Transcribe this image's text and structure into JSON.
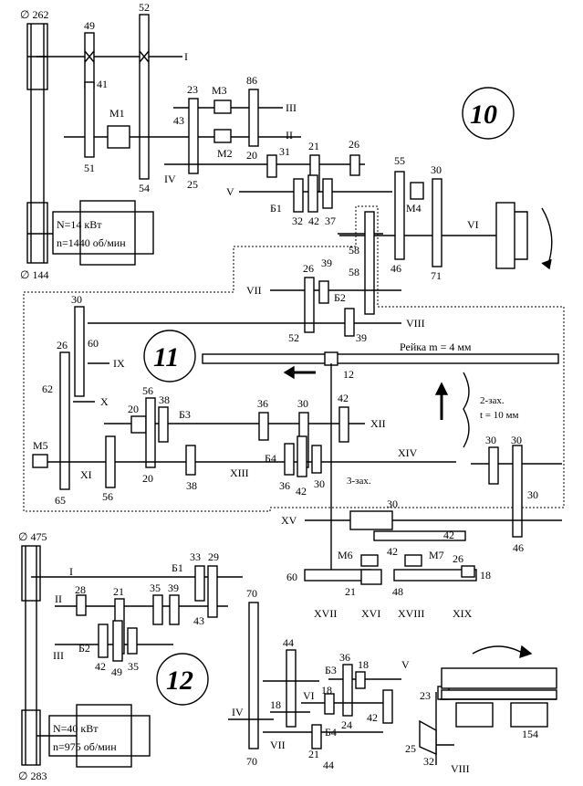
{
  "colors": {
    "ink": "#000000",
    "paper": "#ffffff"
  },
  "motor_top": {
    "power": "N=14 кВт",
    "speed": "n=1440 об/мин"
  },
  "motor_bottom": {
    "power": "N=40 кВт",
    "speed": "n=975 об/мин"
  },
  "scheme_numbers": [
    "10",
    "11",
    "12"
  ],
  "rack_label": "Рейка m = 4 мм",
  "worm_label_2": {
    "line1": "2-зах.",
    "line2": "t = 10 мм"
  },
  "worm_label_3": "3-зах.",
  "pulleys": {
    "p262": "∅ 262",
    "p144": "∅ 144",
    "p475": "∅ 475",
    "p283": "∅ 283"
  },
  "shafts_top": [
    "I",
    "II",
    "III",
    "IV",
    "V",
    "VI"
  ],
  "shafts_mid": [
    "VII",
    "VIII",
    "IX",
    "X",
    "XI",
    "XII",
    "XIII",
    "XIV",
    "XV",
    "XVI",
    "XVII",
    "XVIII",
    "XIX"
  ],
  "shafts_bottom": [
    "I",
    "II",
    "III",
    "IV",
    "V",
    "VI",
    "VII",
    "VIII"
  ],
  "couplings": [
    "М1",
    "М2",
    "М3",
    "М4",
    "М5",
    "М6",
    "М7"
  ],
  "blocks": [
    "Б1",
    "Б2",
    "Б3",
    "Б4",
    "Б1",
    "Б2",
    "Б3",
    "Б4"
  ],
  "gears_top": [
    "49",
    "52",
    "41",
    "51",
    "54",
    "23",
    "43",
    "25",
    "86",
    "20",
    "31",
    "21",
    "26",
    "55",
    "30",
    "32",
    "42",
    "37",
    "46",
    "71",
    "58",
    "58",
    "26",
    "39",
    "52",
    "39"
  ],
  "gears_mid": [
    "30",
    "60",
    "26",
    "62",
    "56",
    "38",
    "20",
    "36",
    "30",
    "42",
    "56",
    "20",
    "38",
    "36",
    "42",
    "30",
    "65",
    "12",
    "30",
    "30",
    "30",
    "46",
    "30",
    "42",
    "42",
    "26",
    "18",
    "21",
    "48",
    "60"
  ],
  "gears_bottom": [
    "33",
    "29",
    "28",
    "21",
    "35",
    "39",
    "43",
    "42",
    "49",
    "35",
    "70",
    "44",
    "36",
    "18",
    "18",
    "24",
    "42",
    "18",
    "21",
    "44",
    "23",
    "25",
    "32",
    "154",
    "70"
  ]
}
